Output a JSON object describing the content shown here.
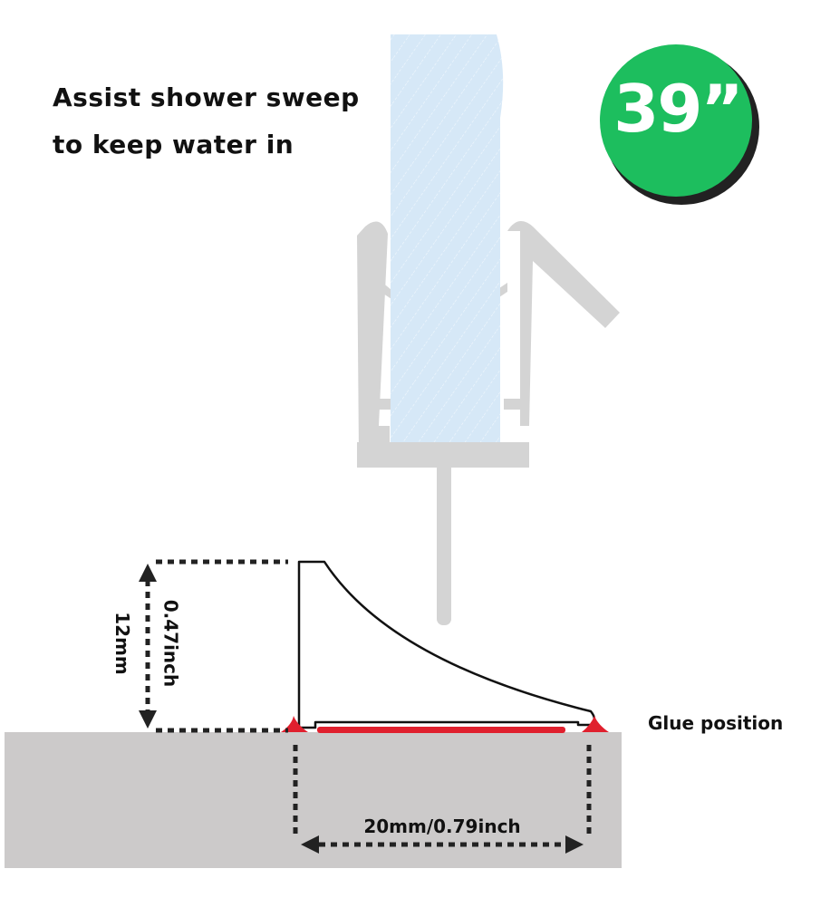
{
  "caption": {
    "line1": "Assist shower sweep",
    "line2": "to keep water in"
  },
  "badge": {
    "text": "39”",
    "color": "#1DBE5E",
    "shadow_color": "#222222"
  },
  "dimensions": {
    "height_inch": "0.47inch",
    "height_mm": "12mm",
    "width": "20mm/0.79inch"
  },
  "labels": {
    "glue_position": "Glue position"
  },
  "colors": {
    "glass": "#D6E8F7",
    "seal": "#D4D4D4",
    "floor": "#CCCACA",
    "glue": "#E0202E",
    "outline": "#111111"
  }
}
